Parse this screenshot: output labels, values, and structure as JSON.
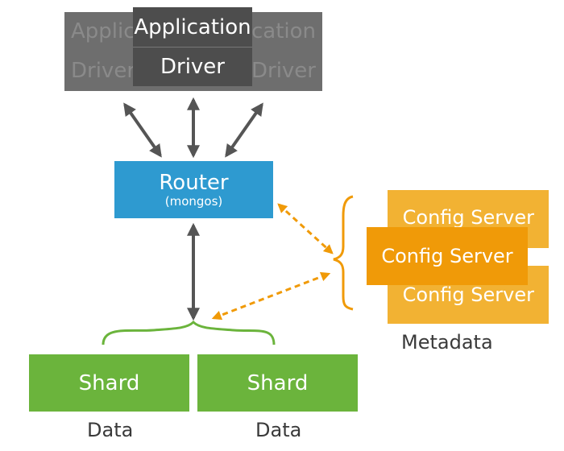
{
  "clients": {
    "application_label": "Application",
    "driver_label": "Driver"
  },
  "router": {
    "title": "Router",
    "subtitle": "(mongos)"
  },
  "config_servers": {
    "label": "Config Server",
    "caption": "Metadata"
  },
  "shards": [
    {
      "label": "Shard",
      "caption": "Data"
    },
    {
      "label": "Shard",
      "caption": "Data"
    }
  ],
  "colors": {
    "client_front": "#4d4d4d",
    "client_back": "#6e6e6e",
    "router": "#2e9ad0",
    "config_front": "#f09a08",
    "config_back": "#f2b233",
    "shard": "#6bb43c",
    "arrow_dark": "#555555",
    "arrow_orange": "#f09a08",
    "brace_green": "#6bb43c"
  }
}
